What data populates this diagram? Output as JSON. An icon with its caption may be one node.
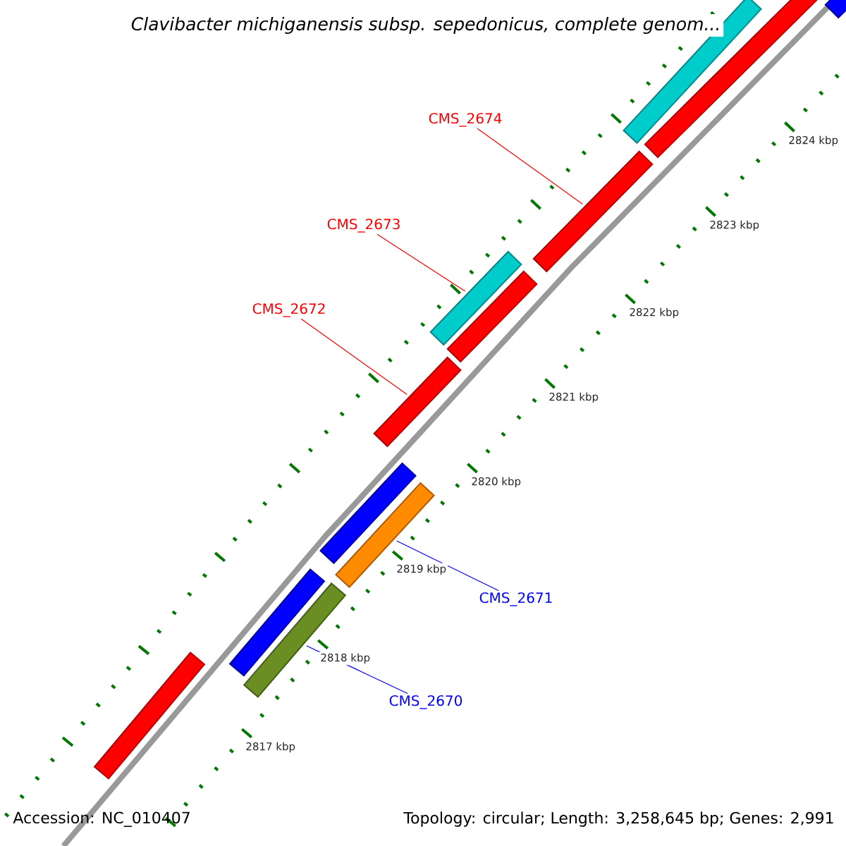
{
  "diagram": {
    "title": "Clavibacter michiganensis subsp. sepedonicus, complete genom...",
    "nodes": [
      {
        "text": [
          "CMS_2674"
        ]
      },
      {
        "text": [
          "CMS_2673"
        ]
      },
      {
        "text": [
          "CMS_2672"
        ]
      },
      {
        "text": [
          "CMS_2671"
        ]
      },
      {
        "text": [
          "CMS_2670"
        ]
      },
      {
        "text": [],
        "shape": "bar"
      },
      {
        "text": [],
        "shape": "bar"
      },
      {
        "text": [],
        "shape": "bar"
      },
      {
        "text": [],
        "shape": "bar"
      },
      {
        "text": [],
        "shape": "bar"
      },
      {
        "text": [],
        "shape": "bar"
      },
      {
        "text": [],
        "shape": "bar"
      },
      {
        "text": [],
        "shape": "bar"
      },
      {
        "text": [],
        "shape": "bar"
      },
      {
        "text": [],
        "shape": "bar"
      },
      {
        "text": [],
        "shape": "bar"
      },
      {
        "text": [],
        "shape": "bar"
      }
    ],
    "edges": [
      {
        "from": 0,
        "to": 13,
        "arrow": "none"
      },
      {
        "from": 1,
        "to": 11,
        "arrow": "none"
      },
      {
        "from": 2,
        "to": 10,
        "arrow": "none"
      },
      {
        "from": 3,
        "to": 9,
        "arrow": "none",
        "color": "#0000ff"
      },
      {
        "from": 4,
        "to": 7,
        "arrow": "none",
        "color": "#0000ff"
      }
    ],
    "labels": [
      "2824 kbp",
      "2823 kbp",
      "2822 kbp",
      "2821 kbp",
      "2820 kbp",
      "2819 kbp",
      "2818 kbp",
      "2817 kbp",
      "Accession: NC_010407",
      "Topology: circular; Length: 3,258,645 bp; Genes: 2,991"
    ]
  }
}
